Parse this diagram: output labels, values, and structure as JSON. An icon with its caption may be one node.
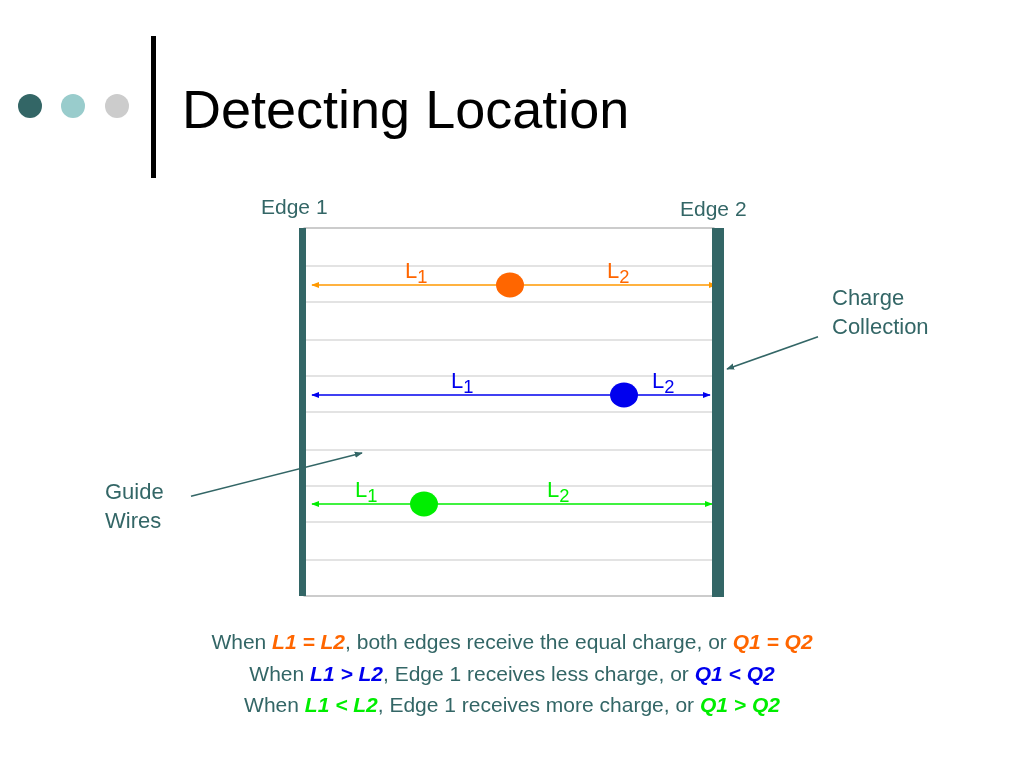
{
  "diagram": {
    "title": "Detecting Location",
    "nodes": [
      {
        "text": [
          "Charge Collection"
        ]
      },
      {
        "text": [
          "Guide Wires"
        ]
      }
    ],
    "edges": [
      {
        "from": 0,
        "to": null,
        "arrow": "to"
      },
      {
        "from": 1,
        "to": null,
        "arrow": "to"
      }
    ],
    "labels": [
      "Edge 1",
      "Edge 2",
      "L$_{1}$",
      "L$_{2}$",
      "L$_{1}$",
      "L$_{2}$",
      "L$_{1}$",
      "L$_{2}$",
      "When **L1 = L2**, both edges receive the equal charge, or **Q1 = Q2**",
      "When **L1 > L2**, Edge 1 receives less charge, or **Q1 < Q2**",
      "When **L1 < L2**, Edge 1 receives more charge, or **Q1 > Q2**"
    ]
  }
}
